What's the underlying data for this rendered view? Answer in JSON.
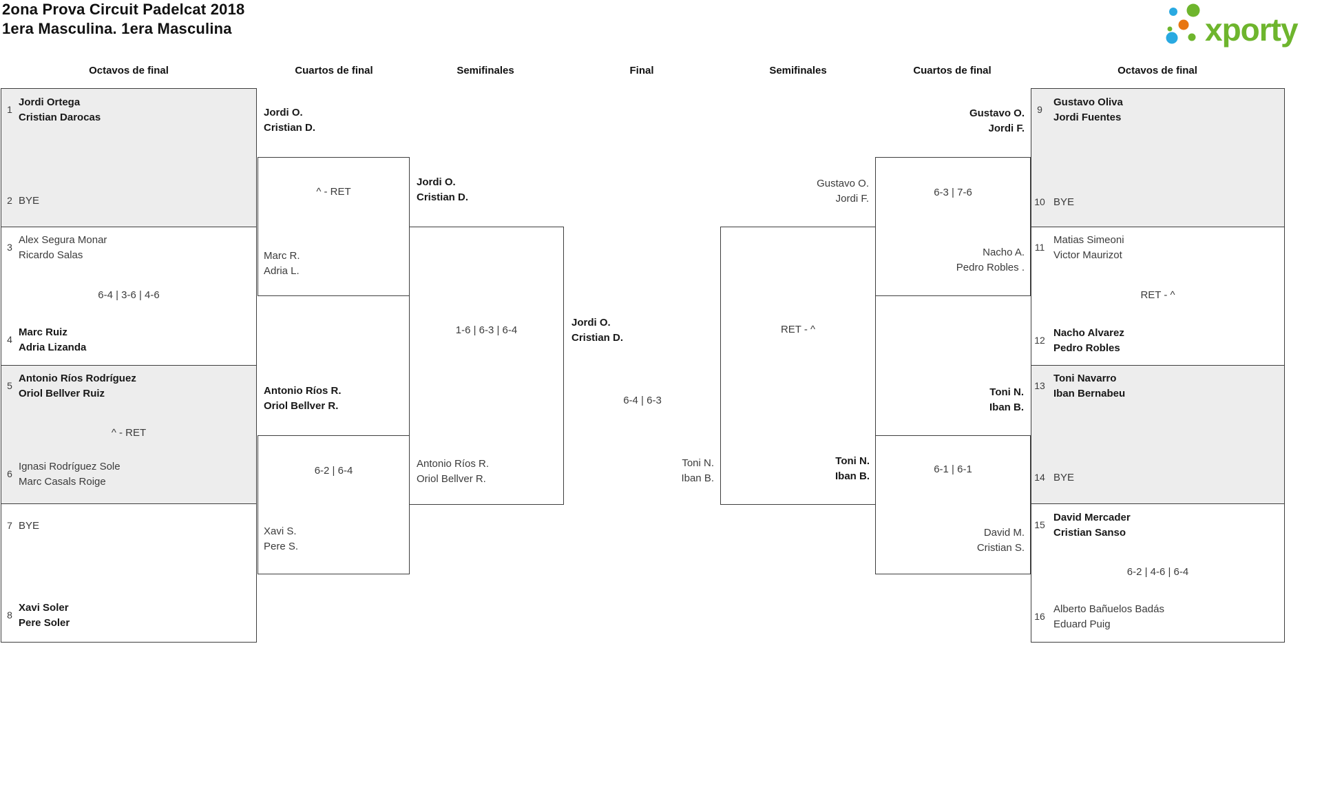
{
  "title": {
    "line1": "2ona Prova Circuit Padelcat 2018",
    "line2": "1era Masculina. 1era Masculina"
  },
  "logo": {
    "text": "xporty",
    "green": "#6eb52d",
    "blue": "#29a9e1",
    "orange": "#e87611"
  },
  "colors": {
    "box_gray": "#ededed",
    "border": "#3d3d3d"
  },
  "round_headers": [
    "Octavos de final",
    "Cuartos de final",
    "Semifinales",
    "Final",
    "Semifinales",
    "Cuartos de final",
    "Octavos de final"
  ],
  "octavos_left": [
    {
      "seed_top": "1",
      "top": [
        "Jordi Ortega",
        "Cristian Darocas"
      ],
      "seed_bottom": "2",
      "bottom": [
        "BYE"
      ]
    },
    {
      "seed_top": "3",
      "top": [
        "Alex Segura Monar",
        "Ricardo Salas"
      ],
      "score": "6-4 | 3-6 | 4-6",
      "seed_bottom": "4",
      "bottom": [
        "Marc Ruiz",
        "Adria Lizanda"
      ]
    },
    {
      "seed_top": "5",
      "top": [
        "Antonio Ríos Rodríguez",
        "Oriol Bellver Ruiz"
      ],
      "score": "^ - RET",
      "seed_bottom": "6",
      "bottom": [
        "Ignasi Rodríguez Sole",
        "Marc Casals Roige"
      ]
    },
    {
      "seed_top": "7",
      "top": [
        "BYE"
      ],
      "seed_bottom": "8",
      "bottom": [
        "Xavi Soler",
        "Pere Soler"
      ]
    }
  ],
  "cuartos_left": {
    "winner1": [
      "Jordi O.",
      "Cristian D."
    ],
    "match1_score": "^ - RET",
    "match1_loser": [
      "Marc R.",
      "Adria L."
    ],
    "winner2": [
      "Antonio Ríos R.",
      "Oriol Bellver R."
    ],
    "match2_score": "6-2 | 6-4",
    "match2_loser": [
      "Xavi S.",
      "Pere S."
    ]
  },
  "semis_left": {
    "winner": [
      "Jordi O.",
      "Cristian D."
    ],
    "score": "1-6 | 6-3 | 6-4",
    "loser": [
      "Antonio Ríos R.",
      "Oriol Bellver R."
    ]
  },
  "final": {
    "winner": [
      "Jordi O.",
      "Cristian D."
    ],
    "score": "6-4 | 6-3",
    "loser": [
      "Toni N.",
      "Iban B."
    ]
  },
  "semis_right": {
    "loser": [
      "Gustavo O.",
      "Jordi F."
    ],
    "score": "RET - ^",
    "winner": [
      "Toni N.",
      "Iban B."
    ]
  },
  "cuartos_right": {
    "winner1": [
      "Gustavo O.",
      "Jordi F."
    ],
    "match1_score": "6-3 | 7-6",
    "match1_loser": [
      "Nacho A.",
      "Pedro Robles ."
    ],
    "winner2": [
      "Toni N.",
      "Iban B."
    ],
    "match2_score": "6-1 | 6-1",
    "match2_loser": [
      "David M.",
      "Cristian S."
    ]
  },
  "octavos_right": [
    {
      "seed_top": "9",
      "top": [
        "Gustavo Oliva",
        "Jordi Fuentes"
      ],
      "seed_bottom": "10",
      "bottom": [
        "BYE"
      ]
    },
    {
      "seed_top": "11",
      "top": [
        "Matias Simeoni",
        "Victor Maurizot"
      ],
      "score": "RET - ^",
      "seed_bottom": "12",
      "bottom": [
        "Nacho Alvarez",
        "Pedro Robles"
      ]
    },
    {
      "seed_top": "13",
      "top": [
        "Toni Navarro",
        "Iban Bernabeu"
      ],
      "seed_bottom": "14",
      "bottom": [
        "BYE"
      ]
    },
    {
      "seed_top": "15",
      "top": [
        "David Mercader",
        "Cristian Sanso"
      ],
      "score": "6-2 | 4-6 | 6-4",
      "seed_bottom": "16",
      "bottom": [
        "Alberto Bañuelos Badás",
        "Eduard Puig"
      ]
    }
  ]
}
